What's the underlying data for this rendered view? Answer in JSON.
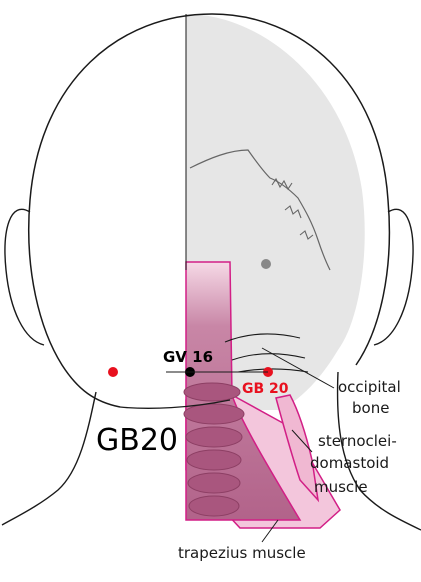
{
  "title": "GB20",
  "points": [
    {
      "label": "GV 16",
      "color": "#000000"
    },
    {
      "label": "GB 20",
      "color": "#e8101e"
    }
  ],
  "labels": {
    "occipital_bone": [
      "occipital",
      "bone"
    ],
    "sternocleidomastoid": [
      "sternoclei-",
      "domastoid",
      "muscle"
    ],
    "trapezius": "trapezius muscle"
  },
  "colors": {
    "outline": "#1a1a1a",
    "skull_fill": "#e6e6e6",
    "muscle_dark": "#b5648a",
    "muscle_light": "#f3c6dc",
    "muscle_edge": "#d21f86",
    "point_red": "#e8101e",
    "vertebra": "#a9567e"
  }
}
